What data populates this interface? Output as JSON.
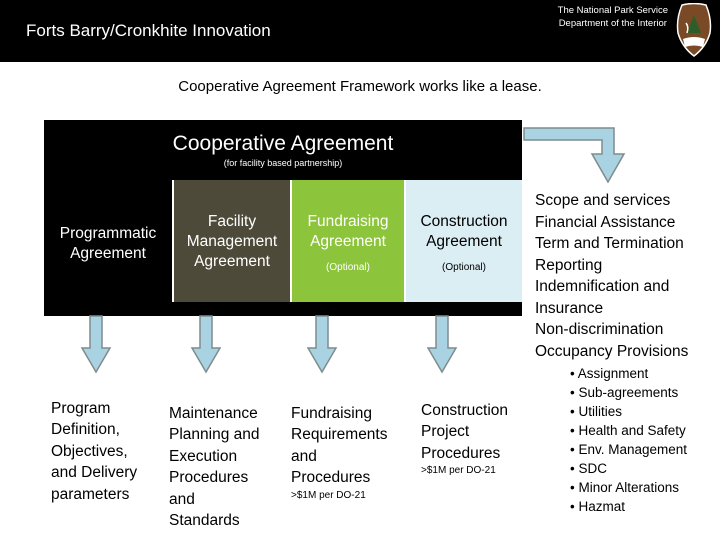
{
  "header": {
    "title": "Forts Barry/Cronkhite Innovation",
    "agency_line1": "The National Park Service",
    "agency_line2": "Department of the Interior"
  },
  "subtitle": "Cooperative Agreement Framework works like a lease.",
  "agreement": {
    "title": "Cooperative Agreement",
    "note": "(for facility based partnership)",
    "columns": [
      {
        "title": "Programmatic\nAgreement",
        "note": ""
      },
      {
        "title": "Facility\nManagement\nAgreement",
        "note": ""
      },
      {
        "title": "Fundraising\nAgreement",
        "note": "(Optional)"
      },
      {
        "title": "Construction\nAgreement",
        "note": "(Optional)"
      }
    ]
  },
  "details": [
    {
      "text": "Program\nDefinition,\nObjectives,\nand Delivery\nparameters",
      "note": ""
    },
    {
      "text": "Maintenance\nPlanning and\nExecution\nProcedures\nand\nStandards",
      "note": ""
    },
    {
      "text": "Fundraising\nRequirements\nand\nProcedures",
      "note": ">$1M per DO-21"
    },
    {
      "text": "Construction\nProject\nProcedures",
      "note": ">$1M per DO-21"
    }
  ],
  "scope": [
    "Scope and services",
    "Financial Assistance",
    "Term and Termination",
    "Reporting",
    "Indemnification and",
    "Insurance",
    "Non-discrimination",
    "Occupancy Provisions"
  ],
  "scope_items": [
    "• Assignment",
    "• Sub-agreements",
    "• Utilities",
    "• Health and Safety",
    "• Env. Management",
    "• SDC",
    "• Minor Alterations",
    "• Hazmat"
  ],
  "colors": {
    "header_bg": "#000000",
    "facility": "#4d4a3a",
    "fundraising": "#8cc43c",
    "construction": "#dbeef4",
    "arrow_fill": "#a9d3e2",
    "arrow_stroke": "#7f8c8d"
  }
}
